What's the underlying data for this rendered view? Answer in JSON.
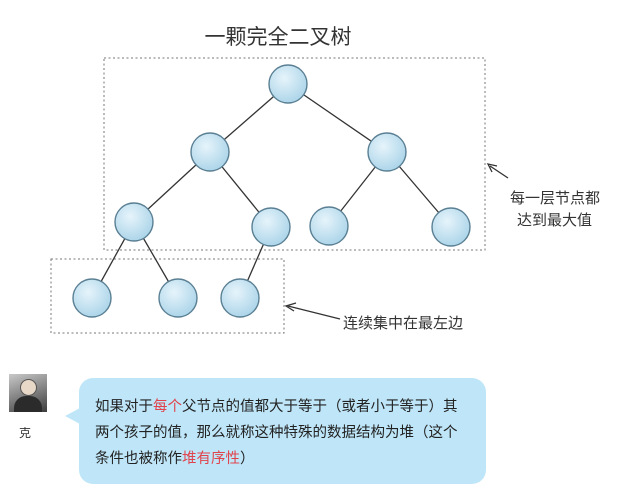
{
  "diagram": {
    "title": "一颗完全二叉树",
    "note_top_line1": "每一层节点都",
    "note_top_line2": "达到最大值",
    "note_bottom": "连续集中在最左边"
  },
  "chat": {
    "username": "克",
    "part1": "如果对于",
    "highlight1": "每个",
    "part2": "父节点的值都大于等于（或者小于等于）其两个孩子的值，那么就称这种特殊的数据结构为堆（这个条件也被称作",
    "highlight2": "堆有序性",
    "part3": "）",
    "highlight_color": "#e0434b",
    "bubble_color": "#bfe6f8"
  }
}
